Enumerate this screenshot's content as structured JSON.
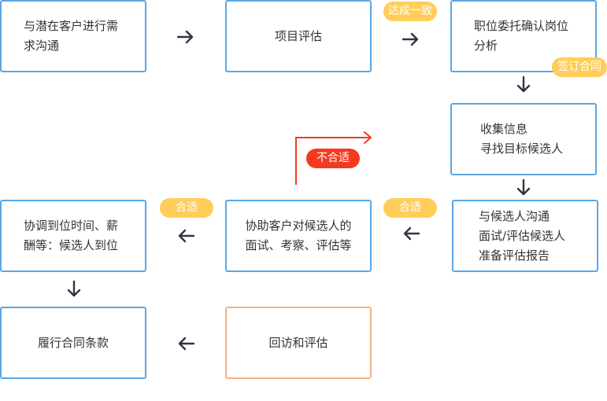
{
  "steps": {
    "step1": {
      "lines": [
        "与潜在客户进行需",
        "求沟通"
      ]
    },
    "step2": {
      "lines": [
        "项目评估"
      ]
    },
    "step3": {
      "lines": [
        "职位委托确认岗位",
        "分析"
      ]
    },
    "step4": {
      "lines": [
        "收集信息",
        "寻找目标候选人"
      ]
    },
    "step5": {
      "lines": [
        "与候选人沟通",
        "面试/评估候选人",
        "准备评估报告"
      ]
    },
    "step6": {
      "lines": [
        "协助客户对候选人的",
        "面试、考察、评估等"
      ]
    },
    "step7": {
      "lines": [
        "协调到位时间、薪",
        "酬等：候选人到位"
      ]
    },
    "step8": {
      "lines": [
        "履行合同条款"
      ]
    },
    "step9": {
      "lines": [
        "回访和评估"
      ]
    }
  },
  "badges": {
    "agree": "达成一致",
    "sign": "签订合同",
    "fit_a": "合适",
    "fit_b": "合适",
    "not_fit": "不合适"
  },
  "colors": {
    "box_border": "#5aa6e6",
    "box_border_alt": "#f5b183",
    "arrow": "#333344",
    "badge": "#ffcd5a",
    "badge_alert": "#f5391f"
  }
}
